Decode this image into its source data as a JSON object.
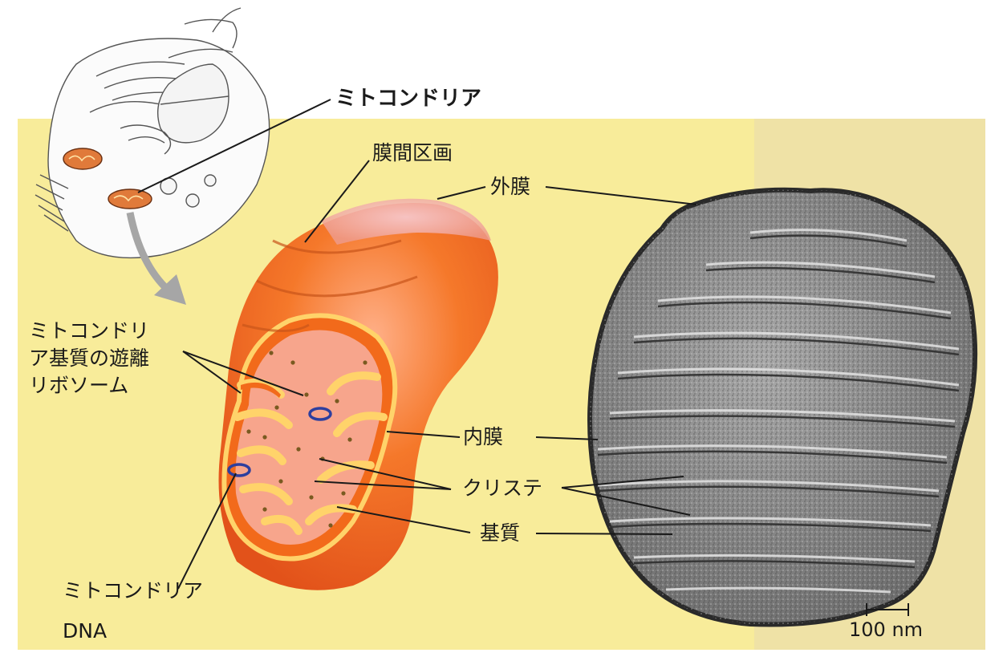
{
  "labels": {
    "mitochondria": "ミトコンドリア",
    "intermembrane_space": "膜間区画",
    "outer_membrane": "外膜",
    "free_ribosomes": "ミトコンドリ\nア基質の遊離\nリボソーム",
    "inner_membrane": "内膜",
    "cristae": "クリステ",
    "matrix": "基質",
    "mito_dna_line1": "ミトコンドリア",
    "mito_dna_line2": "DNA"
  },
  "scale_bar": {
    "label": "100 nm"
  },
  "colors": {
    "background_panel": "#f8ec9a",
    "mitochondrion_orange": "#f26a1b",
    "membrane_yellow": "#ffd36a",
    "matrix_pink": "#f7a58c",
    "dna_blue": "#2e3f9e",
    "micrograph_gray": "#8c8c8c"
  }
}
